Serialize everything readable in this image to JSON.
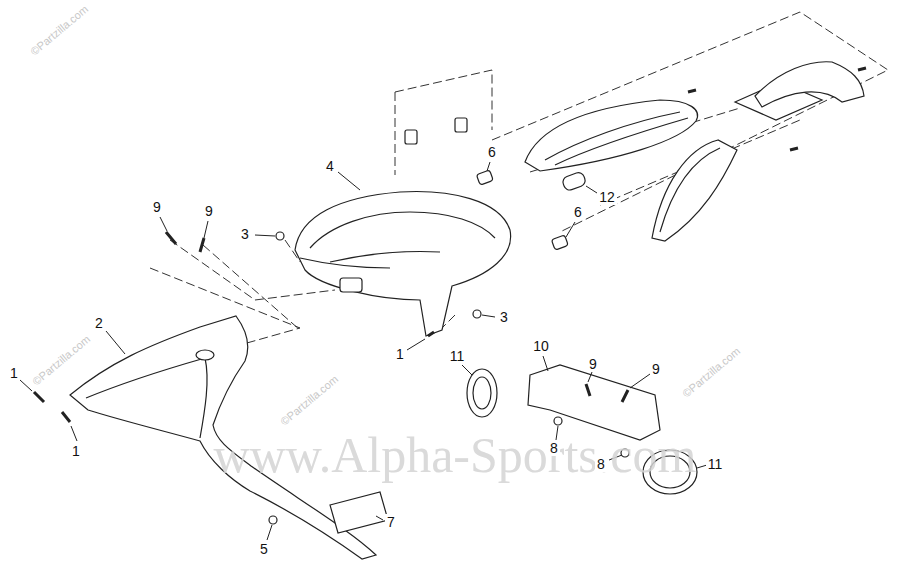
{
  "diagram": {
    "labels": [
      "9",
      "9",
      "4",
      "6",
      "3",
      "12",
      "6",
      "2",
      "3",
      "1",
      "1",
      "1",
      "10",
      "9",
      "9",
      "11",
      "8",
      "8",
      "11",
      "7",
      "5",
      "www.Alpha-Sports.com",
      "©Partzilla.com",
      "©Partzilla.com",
      "©Partzilla.com",
      "©Partzilla.com"
    ]
  }
}
